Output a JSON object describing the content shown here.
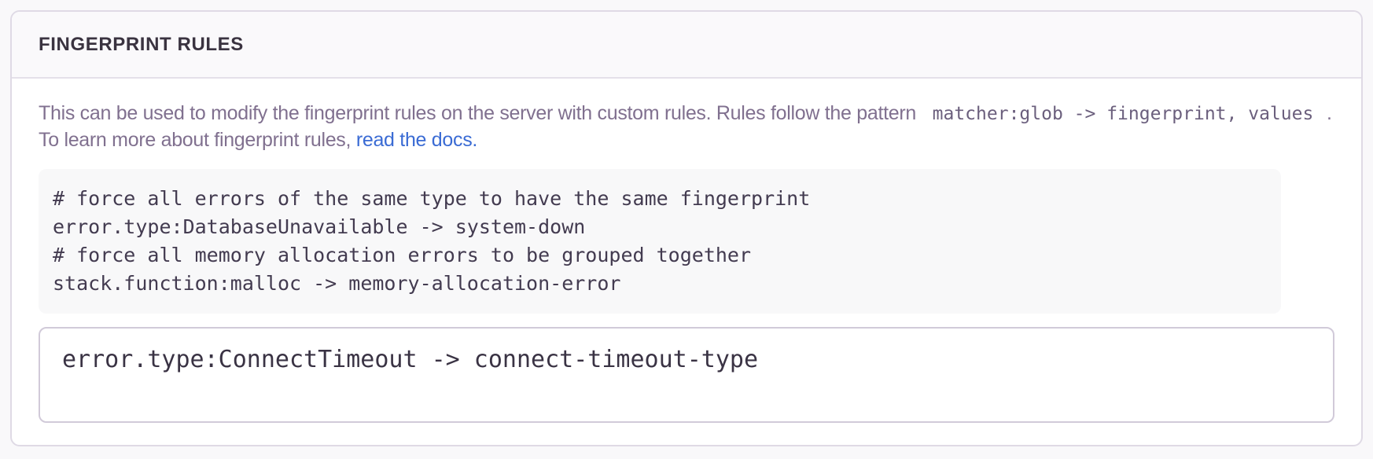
{
  "panel": {
    "title": "FINGERPRINT RULES",
    "description": {
      "text_before_code": "This can be used to modify the fingerprint rules on the server with custom rules. Rules follow the pattern",
      "inline_code_parts": [
        "matcher:glob -> fingerprint,",
        "values"
      ],
      "text_after_code": ". To learn more about fingerprint rules,",
      "link_label": "read the docs."
    },
    "example_code": "# force all errors of the same type to have the same fingerprint\nerror.type:DatabaseUnavailable -> system-down\n# force all memory allocation errors to be grouped together\nstack.function:malloc -> memory-allocation-error",
    "editor_value": "error.type:ConnectTimeout -> connect-timeout-type"
  },
  "colors": {
    "page_background": "#f9f8fa",
    "panel_background": "#ffffff",
    "panel_border": "#dfdae5",
    "header_background": "#faf9fb",
    "title_text": "#3a3340",
    "description_text": "#80708f",
    "link": "#3a6bd4",
    "code_block_background": "#f8f8f9",
    "code_text": "#433b50",
    "input_border": "#d1cad9"
  }
}
